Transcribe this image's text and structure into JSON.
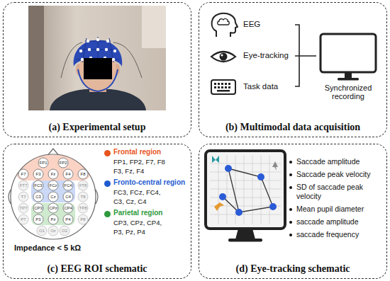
{
  "diagram": {
    "nodes": [
      {
        "text": [
          "(a) Experimental setup"
        ]
      },
      {
        "text": [
          "(b) Multimodal data acquisition"
        ]
      },
      {
        "text": [
          "(c) EEG ROI schematic"
        ]
      },
      {
        "text": [
          "(d) Eye-tracking schematic"
        ]
      }
    ],
    "labels": [
      "EEG",
      "Eye-tracking",
      "Task data",
      "Synchronized recording",
      "FP1, FP2, F7, F8",
      "F3, Fz, F4",
      "FC3, FCz, FC4,",
      "C3, Cz, C4",
      "CP3, CPz, CP4,",
      "P3, Pz, P4",
      "Impedance < 5 kΩ",
      "Saccade amplitude",
      "Saccade peak velocity",
      "SD of saccade peak velocity",
      "Mean pupil diameter",
      "saccade amplitude",
      "saccade frequency",
      "FP1",
      "FP2",
      "F7",
      "F3",
      "Fz",
      "F4",
      "F8",
      "FT7",
      "FC3",
      "FCz",
      "FC4",
      "FT8",
      "T7",
      "C3",
      "Cz",
      "C4",
      "T8",
      "TP7",
      "CP3",
      "CPz",
      "CP4",
      "TP8",
      "P7",
      "P3",
      "Pz",
      "P4",
      "P8",
      "O1",
      "Oz",
      "O2"
    ],
    "legend": [
      {
        "text": "Frontal region",
        "color": "#e8541e"
      },
      {
        "text": "Fronto-central region",
        "color": "#1f5bd0"
      },
      {
        "text": "Parietal region",
        "color": "#2e9a3c"
      }
    ]
  }
}
